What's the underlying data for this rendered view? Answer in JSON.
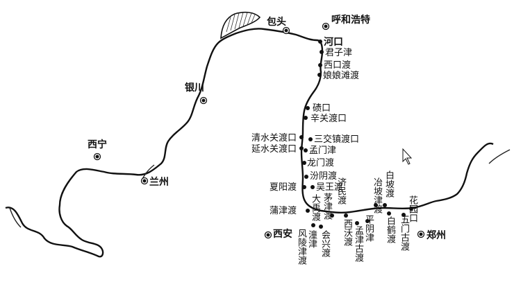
{
  "colors": {
    "river": "#111111",
    "tributary": "#222222",
    "background": "#ffffff"
  },
  "cities": {
    "baotou": "包头",
    "hohhot": "呼和浩特",
    "yinchuan": "银川",
    "xining": "西宁",
    "lanzhou": "兰州",
    "xian": "西安",
    "zhengzhou": "郑州"
  },
  "crossings": {
    "hekou": "河口",
    "junzijin": "君子津",
    "xikoudu": "西口渡",
    "niangniangtan": "娘娘滩渡",
    "qikou": "碛口",
    "xinguan": "辛关渡口",
    "qingshuiguan": "清水关渡口",
    "sanjiaozhen": "三交镇渡口",
    "yanshuiguan": "延水关渡口",
    "mengmenjin": "孟门津",
    "longmen": "龙门渡",
    "fenyin": "汾阴渡",
    "xiayang": "夏阳渡",
    "wuwang": "吴王渡",
    "jimin": "济民渡",
    "pujin": "蒲津渡",
    "dayu": "大禹渡",
    "maojin": "茅津渡",
    "fengling": "风陵津渡",
    "tongjin": "潼津",
    "huixing": "会兴渡",
    "xiwo": "西沃渡",
    "mengjin": "孟津古渡",
    "pingyin": "平阴津",
    "yehepo": "冶坡津渡",
    "baipo": "白坡渡",
    "baihe": "白鹤渡",
    "wumen": "五门古渡",
    "huayuankou": "花园口"
  }
}
